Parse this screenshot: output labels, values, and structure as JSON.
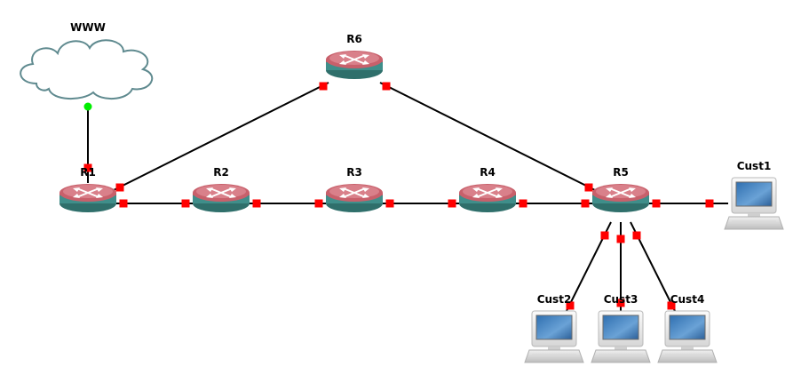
{
  "nodes": {
    "www": {
      "label": "WWW"
    },
    "r1": {
      "label": "R1"
    },
    "r2": {
      "label": "R2"
    },
    "r3": {
      "label": "R3"
    },
    "r4": {
      "label": "R4"
    },
    "r5": {
      "label": "R5"
    },
    "r6": {
      "label": "R6"
    },
    "cust1": {
      "label": "Cust1"
    },
    "cust2": {
      "label": "Cust2"
    },
    "cust3": {
      "label": "Cust3"
    },
    "cust4": {
      "label": "Cust4"
    }
  },
  "links": [
    {
      "from": "www",
      "to": "r1"
    },
    {
      "from": "r1",
      "to": "r2"
    },
    {
      "from": "r2",
      "to": "r3"
    },
    {
      "from": "r3",
      "to": "r4"
    },
    {
      "from": "r4",
      "to": "r5"
    },
    {
      "from": "r1",
      "to": "r6"
    },
    {
      "from": "r6",
      "to": "r5"
    },
    {
      "from": "r5",
      "to": "cust1"
    },
    {
      "from": "r5",
      "to": "cust2"
    },
    {
      "from": "r5",
      "to": "cust3"
    },
    {
      "from": "r5",
      "to": "cust4"
    }
  ],
  "colors": {
    "router_top": "#c8606b",
    "router_body": "#3f8e8a",
    "port_down": "#ff0000",
    "port_up": "#00ee00",
    "cloud_stroke": "#5f8a8f",
    "link": "#000000"
  }
}
